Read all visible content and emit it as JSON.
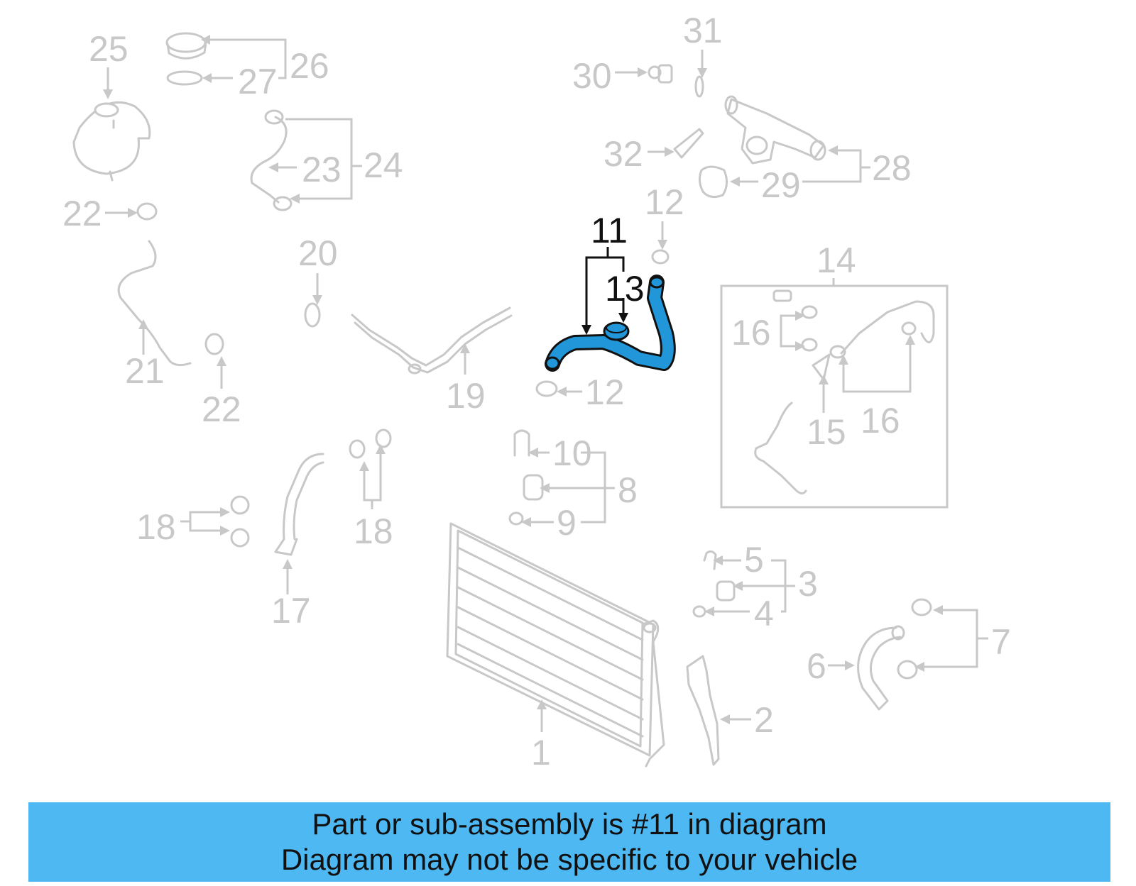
{
  "labels": {
    "l1": "1",
    "l2": "2",
    "l3": "3",
    "l4": "4",
    "l5": "5",
    "l6": "6",
    "l7": "7",
    "l8": "8",
    "l9": "9",
    "l10": "10",
    "l11": "11",
    "l12a": "12",
    "l12b": "12",
    "l13": "13",
    "l14": "14",
    "l15": "15",
    "l16a": "16",
    "l16b": "16",
    "l17": "17",
    "l18a": "18",
    "l18b": "18",
    "l19": "19",
    "l20": "20",
    "l21": "21",
    "l22a": "22",
    "l22b": "22",
    "l23": "23",
    "l24": "24",
    "l25": "25",
    "l26": "26",
    "l27": "27",
    "l28": "28",
    "l29": "29",
    "l30": "30",
    "l31": "31",
    "l32": "32"
  },
  "colors": {
    "highlight_part": "#2196d8",
    "banner": "#4db8f2",
    "dim_parts": "#c8c8c8"
  },
  "banner": {
    "line1": "Part or sub-assembly is #11 in diagram",
    "line2": "Diagram may not be specific to your vehicle"
  }
}
